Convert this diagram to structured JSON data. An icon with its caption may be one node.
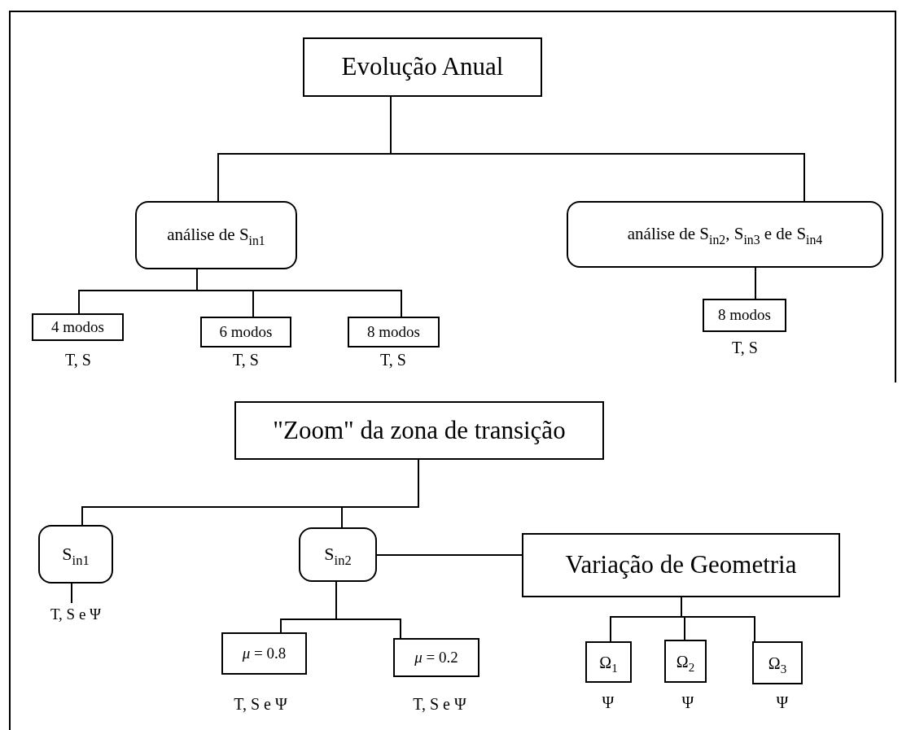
{
  "diagram": {
    "nodes": [
      {
        "text": [
          "Evolução Anual"
        ]
      },
      {
        "text": [
          "análise de S$_{in1}$"
        ]
      },
      {
        "text": [
          "análise de S$_{in2}$, S$_{in3}$ e de S$_{in4}$"
        ]
      },
      {
        "text": [
          "4 modos"
        ],
        "beside": [
          "T, S"
        ]
      },
      {
        "text": [
          "6 modos"
        ],
        "beside": [
          "T, S"
        ]
      },
      {
        "text": [
          "8 modos"
        ],
        "beside": [
          "T, S"
        ]
      },
      {
        "text": [
          "8 modos"
        ],
        "beside": [
          "T, S"
        ]
      },
      {
        "text": [
          "\"Zoom\" da zona de transição"
        ]
      },
      {
        "text": [
          "S$_{in1}$"
        ]
      },
      {
        "text": [
          "S$_{in2}$"
        ]
      },
      {
        "text": [
          "Variação de Geometria"
        ]
      },
      {
        "text": [
          "T, S e Ψ"
        ]
      },
      {
        "text": [
          "*μ* = 0.8"
        ],
        "beside": [
          "T, S e Ψ"
        ]
      },
      {
        "text": [
          "*μ* = 0.2"
        ],
        "beside": [
          "T, S e Ψ"
        ]
      },
      {
        "text": [
          "Ω$_{1}$"
        ],
        "beside": [
          "Ψ"
        ]
      },
      {
        "text": [
          "Ω$_{2}$"
        ],
        "beside": [
          "Ψ"
        ]
      },
      {
        "text": [
          "Ω$_{3}$"
        ],
        "beside": [
          "Ψ"
        ]
      }
    ],
    "edges": [
      {
        "from": 0,
        "to": 1,
        "arrow": "none"
      },
      {
        "from": 0,
        "to": 2,
        "arrow": "none"
      },
      {
        "from": 1,
        "to": 3,
        "arrow": "none"
      },
      {
        "from": 1,
        "to": 4,
        "arrow": "none"
      },
      {
        "from": 1,
        "to": 5,
        "arrow": "none"
      },
      {
        "from": 2,
        "to": 6,
        "arrow": "none"
      },
      {
        "from": 7,
        "to": 8,
        "arrow": "none"
      },
      {
        "from": 7,
        "to": 9,
        "arrow": "none"
      },
      {
        "from": 9,
        "to": 10,
        "arrow": "none"
      },
      {
        "from": 8,
        "to": 11,
        "arrow": "none"
      },
      {
        "from": 9,
        "to": 12,
        "arrow": "none"
      },
      {
        "from": 9,
        "to": 13,
        "arrow": "none"
      },
      {
        "from": 10,
        "to": 14,
        "arrow": "none"
      },
      {
        "from": 10,
        "to": 15,
        "arrow": "none"
      },
      {
        "from": 10,
        "to": 16,
        "arrow": "none"
      }
    ]
  }
}
